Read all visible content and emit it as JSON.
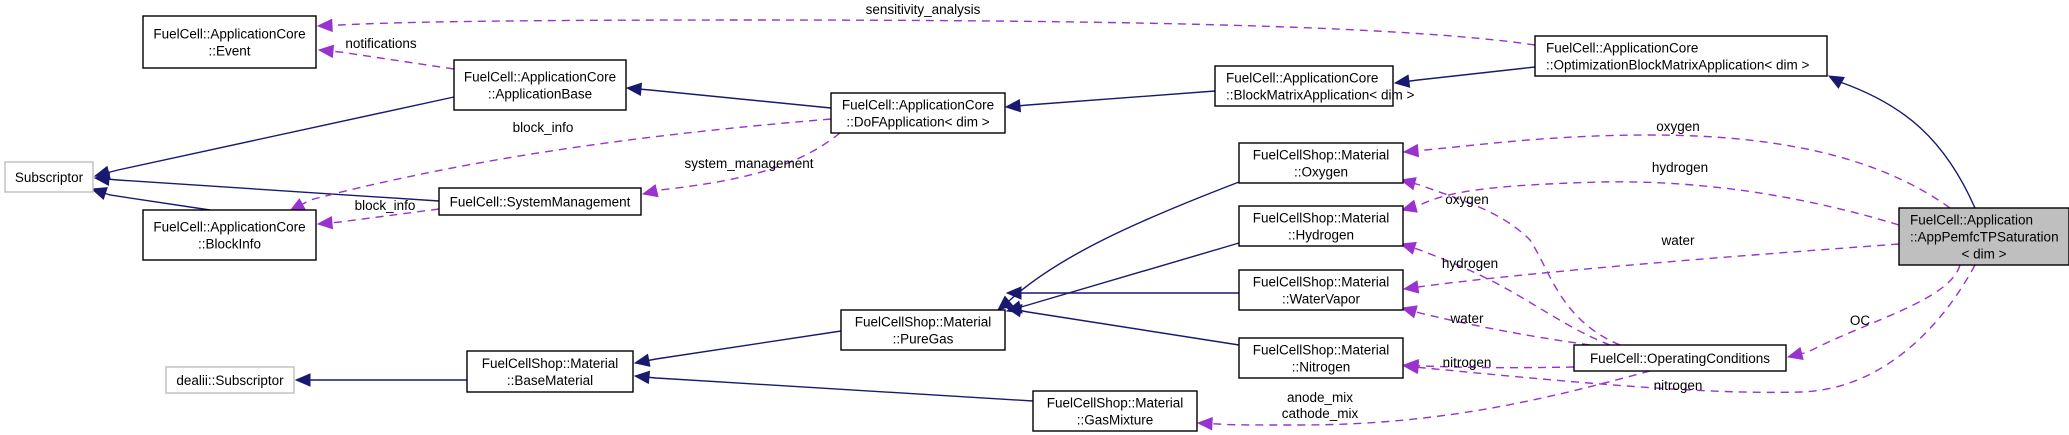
{
  "diagram": {
    "type": "collaboration-graph",
    "colors": {
      "inheritance_edge": "#191970",
      "usage_edge": "#9a32cd",
      "focus_node_fill": "#bfbfbf",
      "external_node_border": "#bfbfbf",
      "node_border": "#000000"
    },
    "nodes": [
      {
        "id": "event",
        "lines": [
          "FuelCell::ApplicationCore",
          "::Event"
        ]
      },
      {
        "id": "application_base",
        "lines": [
          "FuelCell::ApplicationCore",
          "::ApplicationBase"
        ]
      },
      {
        "id": "subscriptor",
        "lines": [
          "Subscriptor"
        ],
        "external": true
      },
      {
        "id": "system_management",
        "lines": [
          "FuelCell::SystemManagement"
        ]
      },
      {
        "id": "block_info",
        "lines": [
          "FuelCell::ApplicationCore",
          "::BlockInfo"
        ]
      },
      {
        "id": "dof_application",
        "lines": [
          "FuelCell::ApplicationCore",
          "::DoFApplication< dim >"
        ]
      },
      {
        "id": "block_matrix_application",
        "lines": [
          "FuelCell::ApplicationCore",
          "::BlockMatrixApplication< dim >"
        ]
      },
      {
        "id": "optimization_block_matrix_application",
        "lines": [
          "FuelCell::ApplicationCore",
          "::OptimizationBlockMatrixApplication< dim >"
        ]
      },
      {
        "id": "oxygen",
        "lines": [
          "FuelCellShop::Material",
          "::Oxygen"
        ]
      },
      {
        "id": "hydrogen",
        "lines": [
          "FuelCellShop::Material",
          "::Hydrogen"
        ]
      },
      {
        "id": "water_vapor",
        "lines": [
          "FuelCellShop::Material",
          "::WaterVapor"
        ]
      },
      {
        "id": "nitrogen",
        "lines": [
          "FuelCellShop::Material",
          "::Nitrogen"
        ]
      },
      {
        "id": "pure_gas",
        "lines": [
          "FuelCellShop::Material",
          "::PureGas"
        ]
      },
      {
        "id": "base_material",
        "lines": [
          "FuelCellShop::Material",
          "::BaseMaterial"
        ]
      },
      {
        "id": "dealii_subscriptor",
        "lines": [
          "dealii::Subscriptor"
        ],
        "external": true
      },
      {
        "id": "gas_mixture",
        "lines": [
          "FuelCellShop::Material",
          "::GasMixture"
        ]
      },
      {
        "id": "operating_conditions",
        "lines": [
          "FuelCell::OperatingConditions"
        ]
      },
      {
        "id": "app_pemfc_tp_saturation",
        "lines": [
          "FuelCell::Application",
          "::AppPemfcTPSaturation",
          "< dim >"
        ],
        "focus": true
      }
    ],
    "edges": [
      {
        "id": "e1",
        "from": "application_base",
        "to": "subscriptor",
        "kind": "inheritance"
      },
      {
        "id": "e2",
        "from": "system_management",
        "to": "subscriptor",
        "kind": "inheritance"
      },
      {
        "id": "e3",
        "from": "block_info",
        "to": "subscriptor",
        "kind": "inheritance"
      },
      {
        "id": "e4",
        "from": "dof_application",
        "to": "application_base",
        "kind": "inheritance"
      },
      {
        "id": "e5",
        "from": "block_matrix_application",
        "to": "dof_application",
        "kind": "inheritance"
      },
      {
        "id": "e6",
        "from": "optimization_block_matrix_application",
        "to": "block_matrix_application",
        "kind": "inheritance"
      },
      {
        "id": "e7",
        "from": "app_pemfc_tp_saturation",
        "to": "optimization_block_matrix_application",
        "kind": "inheritance"
      },
      {
        "id": "e8",
        "from": "oxygen",
        "to": "pure_gas",
        "kind": "inheritance"
      },
      {
        "id": "e9",
        "from": "hydrogen",
        "to": "pure_gas",
        "kind": "inheritance"
      },
      {
        "id": "e10",
        "from": "water_vapor",
        "to": "pure_gas",
        "kind": "inheritance"
      },
      {
        "id": "e11",
        "from": "nitrogen",
        "to": "pure_gas",
        "kind": "inheritance"
      },
      {
        "id": "e12",
        "from": "pure_gas",
        "to": "base_material",
        "kind": "inheritance"
      },
      {
        "id": "e13",
        "from": "gas_mixture",
        "to": "base_material",
        "kind": "inheritance"
      },
      {
        "id": "e14",
        "from": "base_material",
        "to": "dealii_subscriptor",
        "kind": "inheritance"
      },
      {
        "id": "e15",
        "from": "optimization_block_matrix_application",
        "to": "event",
        "kind": "usage",
        "label": "sensitivity_analysis"
      },
      {
        "id": "e16",
        "from": "application_base",
        "to": "event",
        "kind": "usage",
        "label": "notifications"
      },
      {
        "id": "e17",
        "from": "dof_application",
        "to": "block_info",
        "kind": "usage",
        "label": "block_info"
      },
      {
        "id": "e18",
        "from": "system_management",
        "to": "block_info",
        "kind": "usage",
        "label": "block_info"
      },
      {
        "id": "e19",
        "from": "dof_application",
        "to": "system_management",
        "kind": "usage",
        "label": "system_management"
      },
      {
        "id": "e20",
        "from": "app_pemfc_tp_saturation",
        "to": "oxygen",
        "kind": "usage",
        "label": "oxygen"
      },
      {
        "id": "e21",
        "from": "app_pemfc_tp_saturation",
        "to": "hydrogen",
        "kind": "usage",
        "label": "hydrogen"
      },
      {
        "id": "e22",
        "from": "app_pemfc_tp_saturation",
        "to": "water_vapor",
        "kind": "usage",
        "label": "water"
      },
      {
        "id": "e23",
        "from": "app_pemfc_tp_saturation",
        "to": "operating_conditions",
        "kind": "usage",
        "label": "OC"
      },
      {
        "id": "e24",
        "from": "app_pemfc_tp_saturation",
        "to": "nitrogen",
        "kind": "usage",
        "label": "nitrogen"
      },
      {
        "id": "e25",
        "from": "operating_conditions",
        "to": "oxygen",
        "kind": "usage",
        "label": "oxygen"
      },
      {
        "id": "e26",
        "from": "operating_conditions",
        "to": "hydrogen",
        "kind": "usage",
        "label": "hydrogen"
      },
      {
        "id": "e27",
        "from": "operating_conditions",
        "to": "water_vapor",
        "kind": "usage",
        "label": "water"
      },
      {
        "id": "e28",
        "from": "operating_conditions",
        "to": "nitrogen",
        "kind": "usage",
        "label": "nitrogen"
      },
      {
        "id": "e29",
        "from": "operating_conditions",
        "to": "gas_mixture",
        "kind": "usage",
        "label": "anode_mix\ncathode_mix"
      }
    ]
  }
}
